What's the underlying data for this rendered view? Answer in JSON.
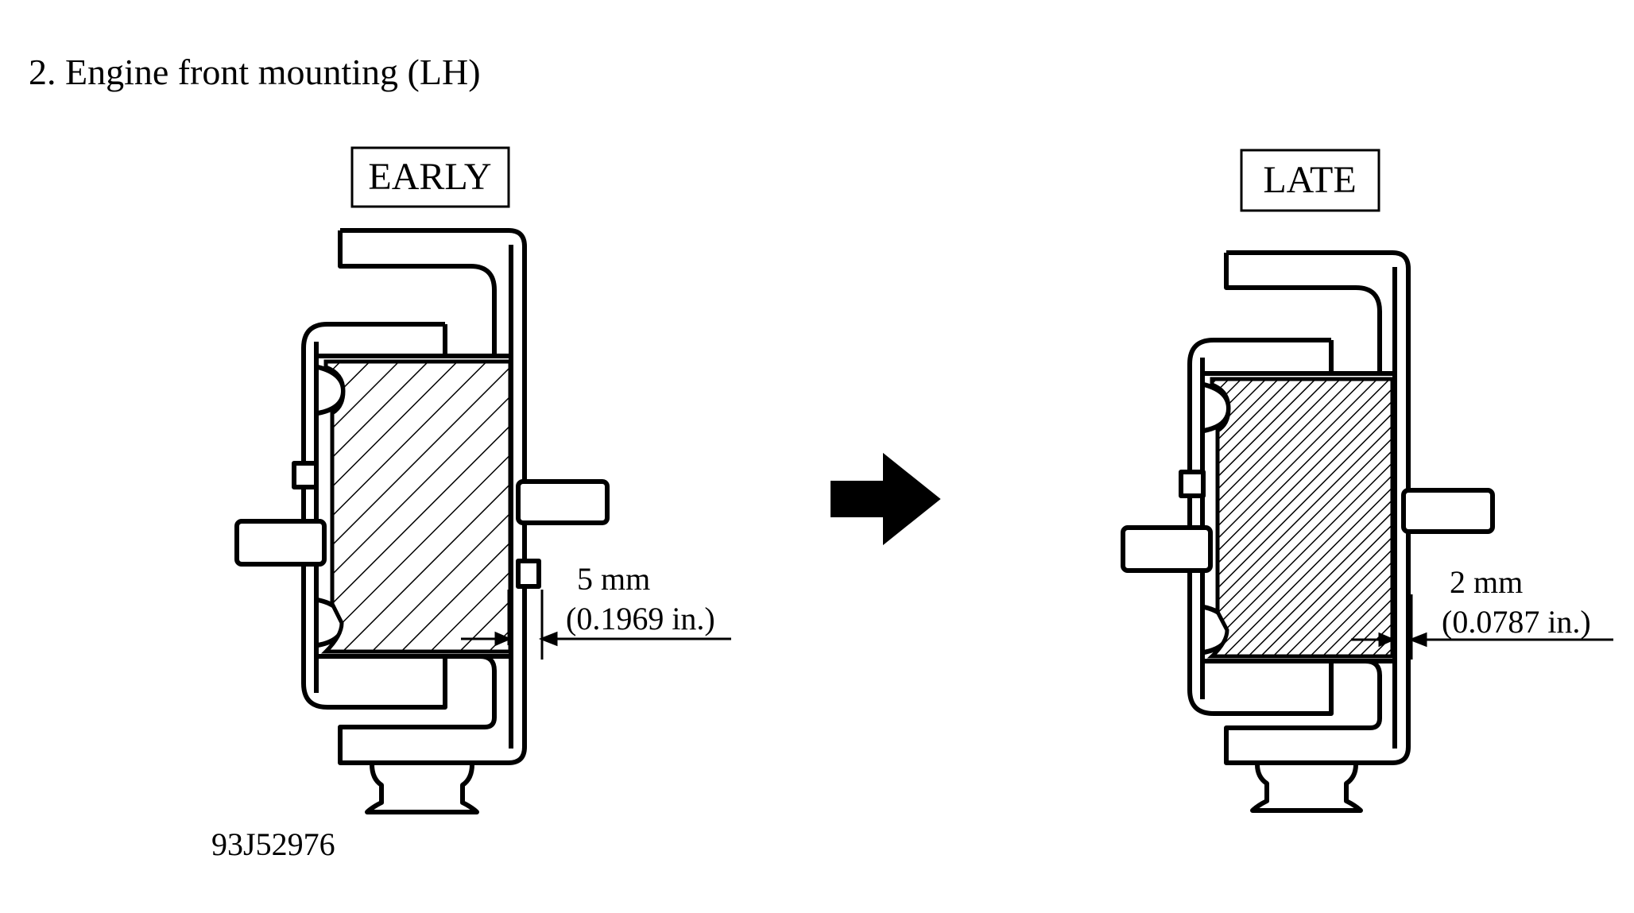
{
  "title": "2. Engine front mounting (LH)",
  "early": {
    "label": "EARLY",
    "dimension_mm": "5 mm",
    "dimension_in": "(0.1969 in.)"
  },
  "late": {
    "label": "LATE",
    "dimension_mm": "2 mm",
    "dimension_in": "(0.0787 in.)"
  },
  "figure_code": "93J52976"
}
